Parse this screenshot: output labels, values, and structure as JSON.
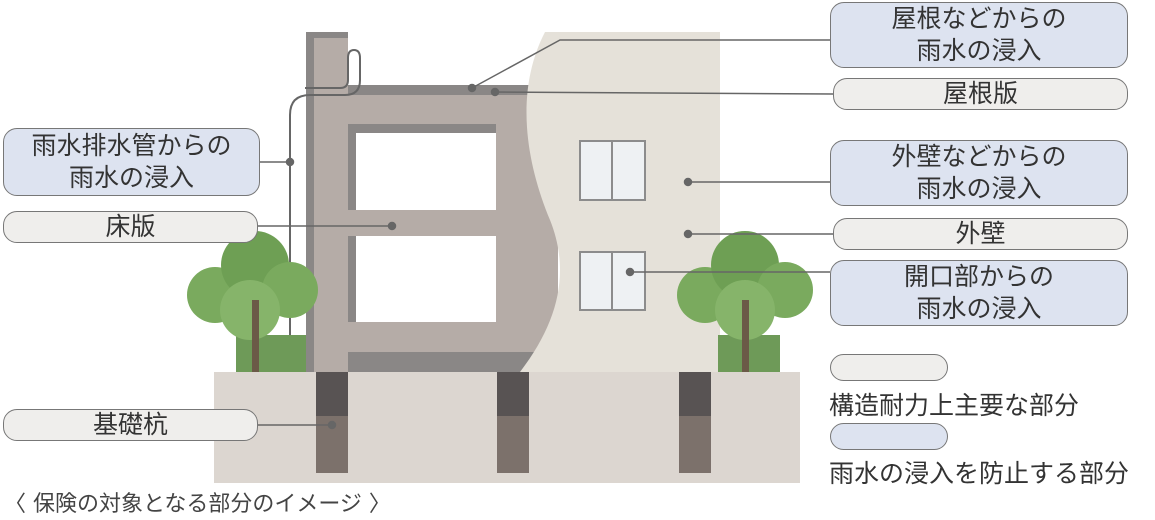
{
  "labels": {
    "roof_infiltration": {
      "line1": "屋根などからの",
      "line2": "雨水の浸入"
    },
    "roof_slab": "屋根版",
    "wall_infiltration": {
      "line1": "外壁などからの",
      "line2": "雨水の浸入"
    },
    "outer_wall": "外壁",
    "opening_infiltration": {
      "line1": "開口部からの",
      "line2": "雨水の浸入"
    },
    "drainpipe_infiltration": {
      "line1": "雨水排水管からの",
      "line2": "雨水の浸入"
    },
    "floor_slab": "床版",
    "foundation_pile": "基礎杭"
  },
  "legend": [
    {
      "text": "構造耐力上主要な部分",
      "color": "#efeeec"
    },
    {
      "text": "雨水の浸入を防止する部分",
      "color": "#dde3f0"
    }
  ],
  "caption": "〈 保険の対象となる部分のイメージ 〉"
}
